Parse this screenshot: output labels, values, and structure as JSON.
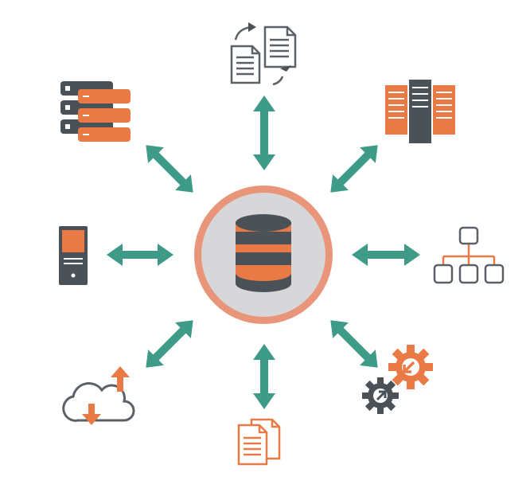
{
  "colors": {
    "hub_ring": "#e8957a",
    "hub_fill": "#d7d7d9",
    "hub_ring_border": "#d98e73",
    "arrow": "#3e9b88",
    "orange": "#ea7a45",
    "dark": "#4a5157",
    "outline": "#5b6166",
    "background": "#ffffff"
  },
  "hub": {
    "icon": "database-icon"
  },
  "nodes": [
    {
      "id": "top",
      "icon": "document-sync-icon"
    },
    {
      "id": "top-right",
      "icon": "server-rack-icon"
    },
    {
      "id": "right",
      "icon": "org-chart-icon"
    },
    {
      "id": "bottom-right",
      "icon": "gears-icon"
    },
    {
      "id": "bottom",
      "icon": "documents-icon"
    },
    {
      "id": "bottom-left",
      "icon": "cloud-sync-icon"
    },
    {
      "id": "left",
      "icon": "desktop-tower-icon"
    },
    {
      "id": "top-left",
      "icon": "server-stack-icon"
    }
  ]
}
